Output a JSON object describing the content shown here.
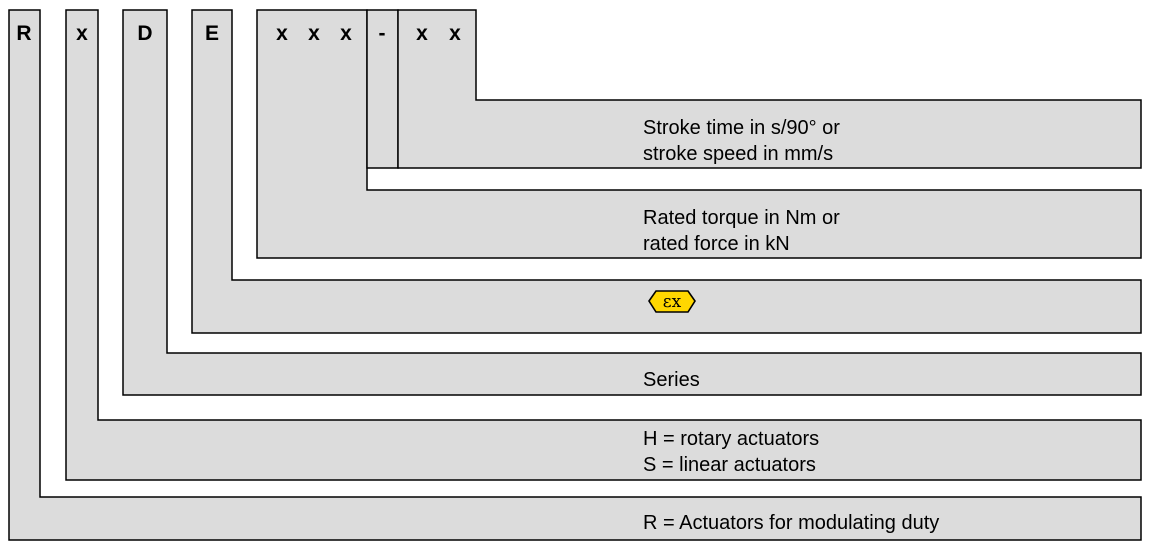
{
  "code_chars": [
    {
      "id": "R",
      "text": "R"
    },
    {
      "id": "x1",
      "text": "x"
    },
    {
      "id": "D",
      "text": "D"
    },
    {
      "id": "E",
      "text": "E"
    },
    {
      "id": "x2",
      "text": "x"
    },
    {
      "id": "x3",
      "text": "x"
    },
    {
      "id": "x4",
      "text": "x"
    },
    {
      "id": "dash",
      "text": "-"
    },
    {
      "id": "x5",
      "text": "x"
    },
    {
      "id": "x6",
      "text": "x"
    }
  ],
  "descriptions": [
    {
      "id": "stroke-time",
      "lines": [
        "Stroke time in s/90° or",
        "stroke speed in mm/s"
      ]
    },
    {
      "id": "rated-torque",
      "lines": [
        "Rated torque in Nm or",
        "rated force in kN"
      ]
    },
    {
      "id": "ex-symbol",
      "lines": [],
      "icon": "ex-explosion-protection-icon"
    },
    {
      "id": "series",
      "lines": [
        "Series"
      ]
    },
    {
      "id": "actuator-type",
      "lines": [
        "H = rotary actuators",
        "S = linear actuators"
      ]
    },
    {
      "id": "modulating",
      "lines": [
        "R = Actuators for modulating duty"
      ]
    }
  ],
  "colors": {
    "fill": "#dcdcdc",
    "stroke": "#000000",
    "ex_fill": "#ffd700"
  }
}
